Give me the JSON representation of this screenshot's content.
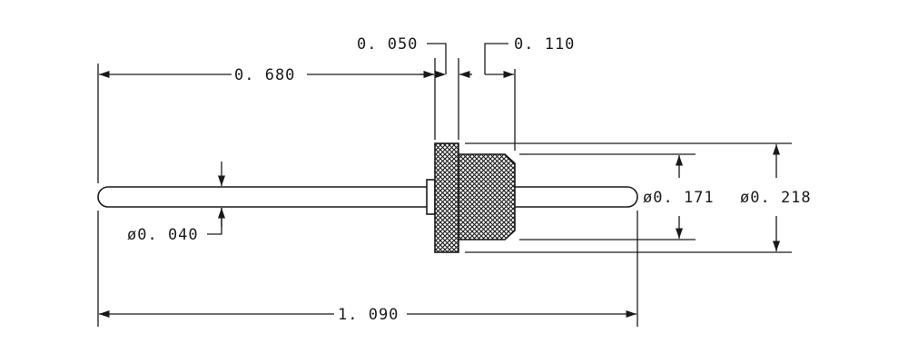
{
  "drawing": {
    "dimensions": {
      "flange_thickness": "0. 050",
      "body_length": "0. 110",
      "pin_extension": "0. 680",
      "overall_length": "1. 090",
      "pin_diameter": "ø0. 040",
      "body_diameter": "ø0. 171",
      "flange_diameter": "ø0. 218"
    },
    "colors": {
      "line": "#1a1a1a",
      "background": "#ffffff",
      "knurl_fill": "#3a3a3a"
    }
  }
}
